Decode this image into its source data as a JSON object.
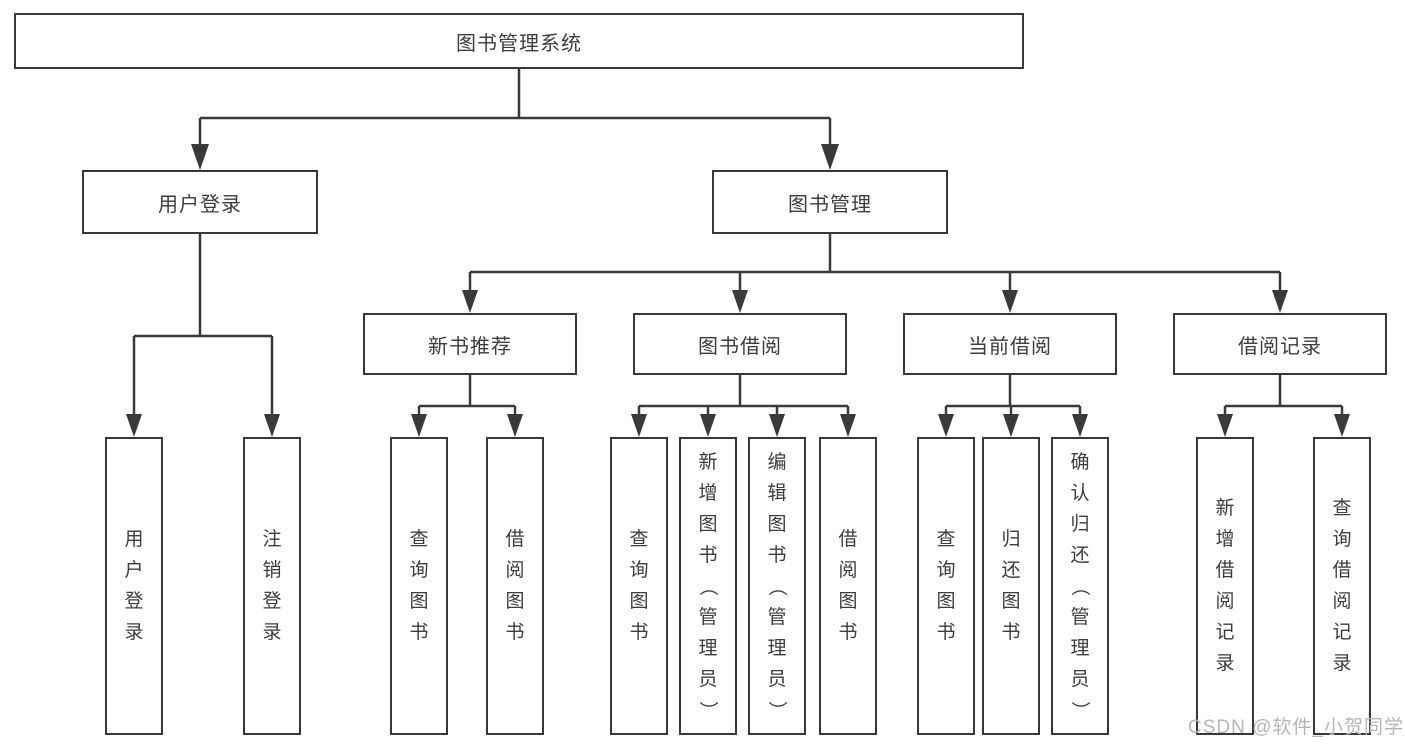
{
  "nodes": {
    "root": "图书管理系统",
    "user_login": "用户登录",
    "book_management": "图书管理",
    "new_book_recommend": "新书推荐",
    "book_borrowing": "图书借阅",
    "current_borrowing": "当前借阅",
    "borrowing_records": "借阅记录",
    "ul_user_login": "用户登录",
    "ul_logout": "注销登录",
    "nb_query_books": "查询图书",
    "nb_borrow_books": "借阅图书",
    "bb_query_books": "查询图书",
    "bb_add_books": "新增图书（管理员）",
    "bb_edit_books": "编辑图书（管理员）",
    "bb_borrow_books": "借阅图书",
    "cb_query_books": "查询图书",
    "cb_return_books": "归还图书",
    "cb_confirm_return": "确认归还（管理员）",
    "br_add_record": "新增借阅记录",
    "br_query_record": "查询借阅记录"
  },
  "watermark": "CSDN @软件_小贺同学",
  "colors": {
    "line": "#3a3a3a",
    "text": "#3d3d3d",
    "watermark": "#b3b7bb"
  }
}
